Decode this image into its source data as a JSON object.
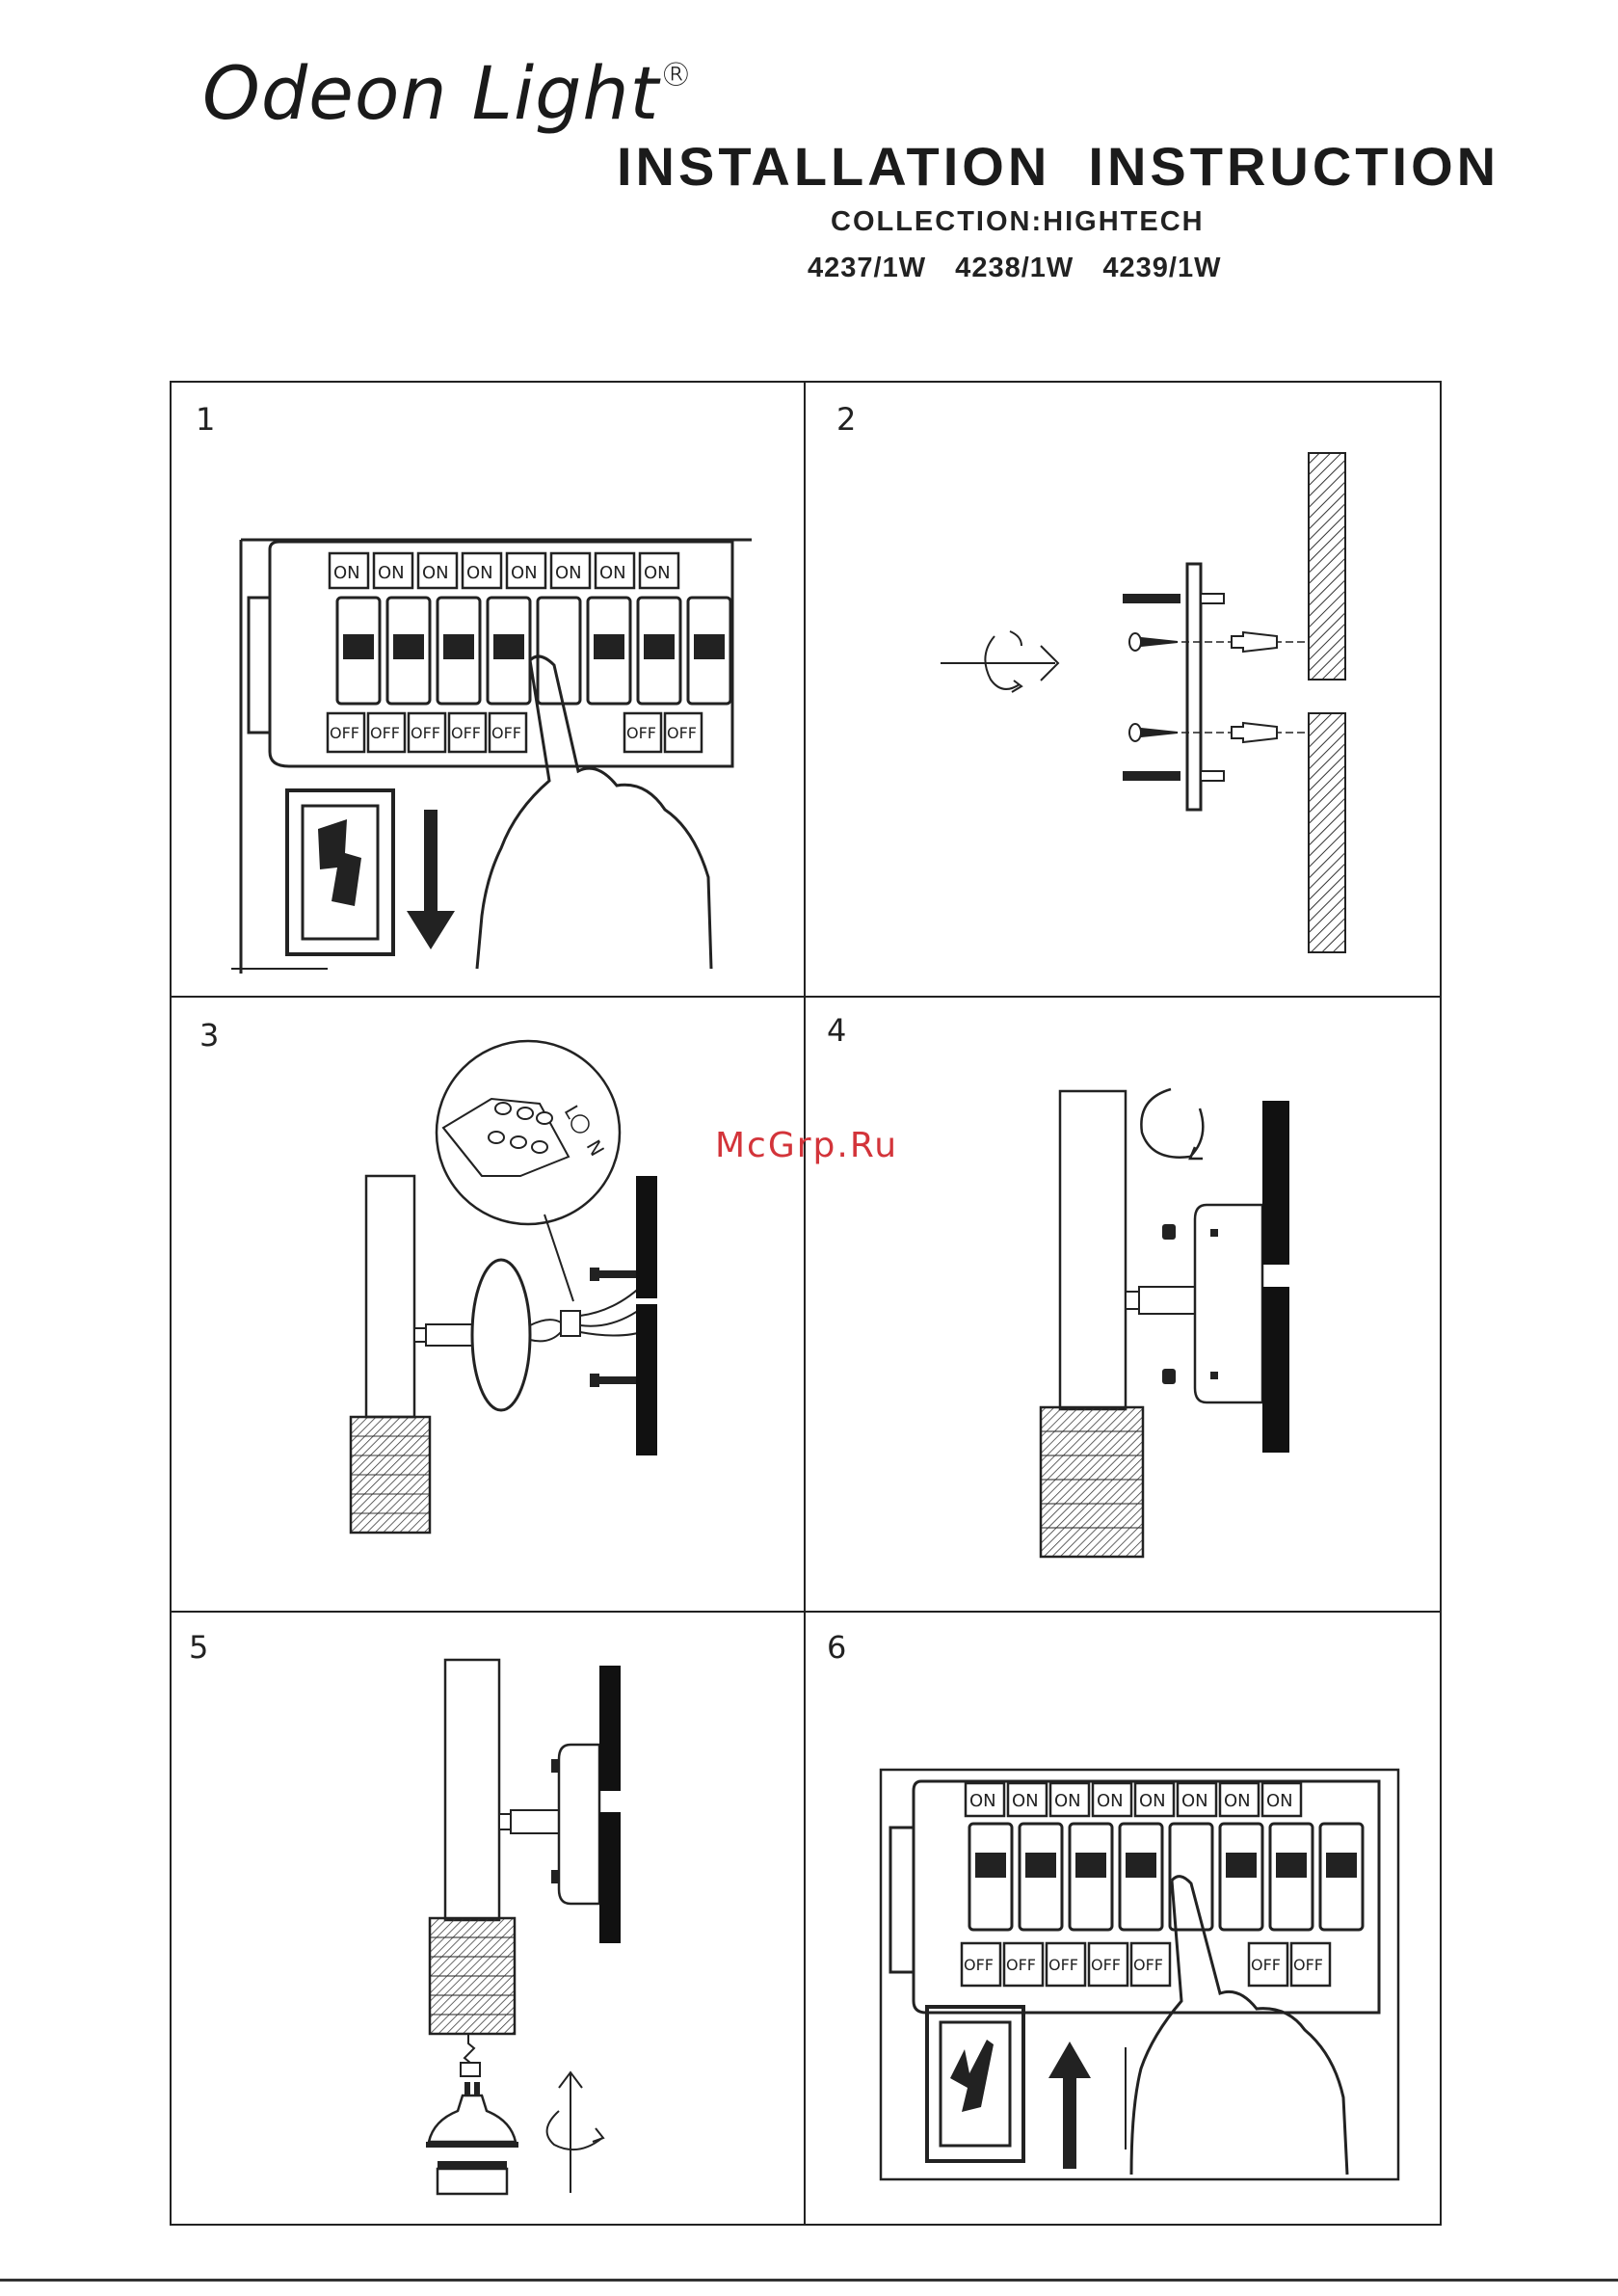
{
  "header": {
    "brand": "Odeon Light",
    "brand_mark": "®",
    "title": "INSTALLATION  INSTRUCTION",
    "collection": "COLLECTION:HIGHTECH",
    "models": "4237/1W  4238/1W  4239/1W"
  },
  "watermark": "McGrp.Ru",
  "steps": [
    {
      "number": "1",
      "breaker_on": "ON",
      "breaker_off": "OFF",
      "icon": "switch-off-icon"
    },
    {
      "number": "2",
      "icon": "drill-rotate-icon"
    },
    {
      "number": "3",
      "terminal_l": "L",
      "terminal_n": "N",
      "icon": "terminal-block-icon"
    },
    {
      "number": "4",
      "icon": "rotate-screw-icon"
    },
    {
      "number": "5",
      "icon": "bulb-rotate-icon"
    },
    {
      "number": "6",
      "breaker_on": "ON",
      "breaker_off": "OFF",
      "icon": "switch-on-icon"
    }
  ]
}
